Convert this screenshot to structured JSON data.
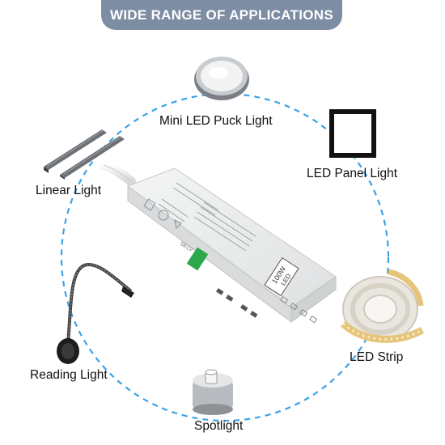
{
  "banner": {
    "title": "WIDE RANGE OF APPLICATIONS"
  },
  "colors": {
    "banner_bg": "#7d8da3",
    "ring": "#3aa3e8",
    "text": "#111111"
  },
  "applications": [
    {
      "label": "Mini LED Puck Light",
      "icon": "puck-light-icon"
    },
    {
      "label": "LED Panel Light",
      "icon": "panel-light-icon"
    },
    {
      "label": "Linear Light",
      "icon": "linear-light-icon"
    },
    {
      "label": "LED Strip",
      "icon": "led-strip-icon"
    },
    {
      "label": "Reading Light",
      "icon": "reading-light-icon"
    },
    {
      "label": "Spotlight",
      "icon": "spotlight-icon"
    }
  ],
  "driver": {
    "power_label": "100W",
    "type_label": "LED",
    "selv_label": "SELV"
  }
}
